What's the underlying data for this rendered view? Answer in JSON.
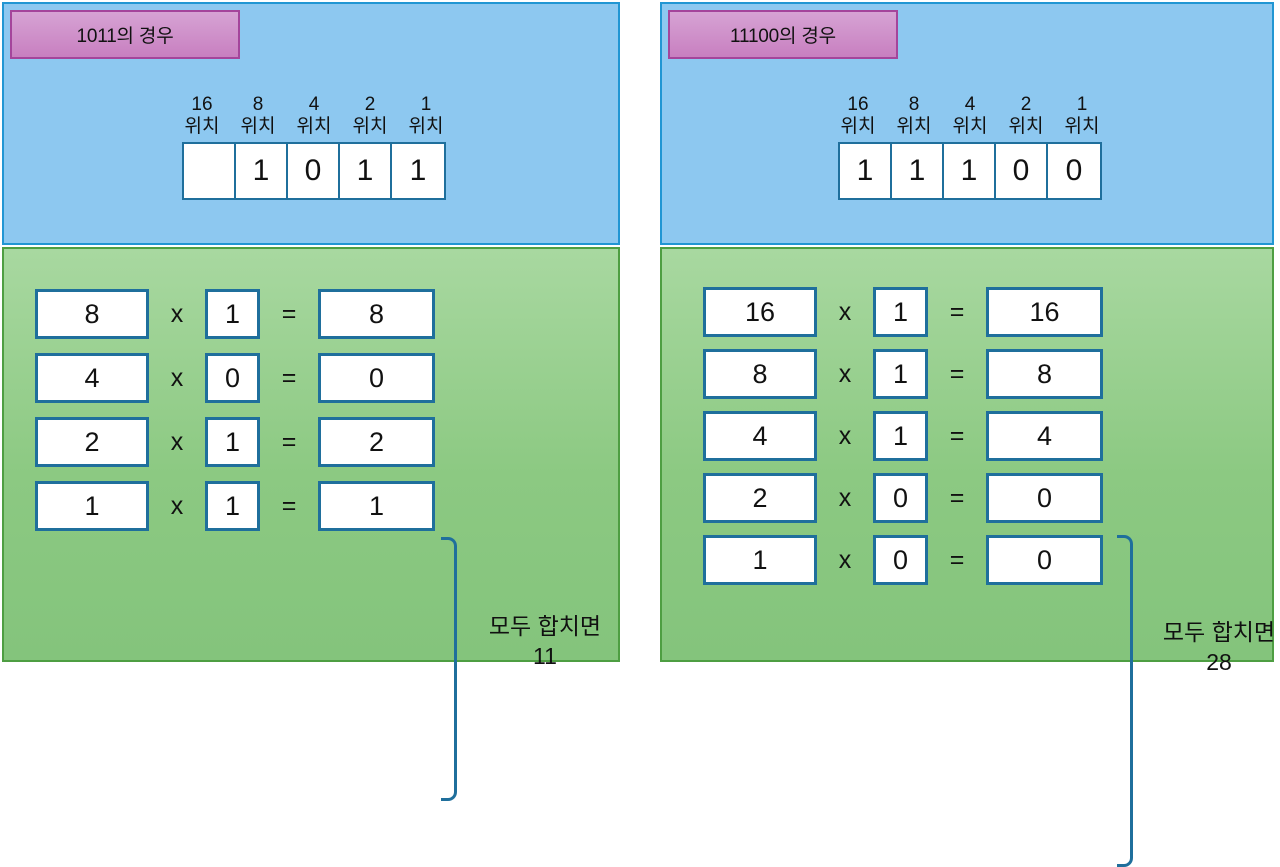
{
  "panels": [
    {
      "title": "1011의 경우",
      "place_labels": [
        {
          "value": "16",
          "word": "위치"
        },
        {
          "value": "8",
          "word": "위치"
        },
        {
          "value": "4",
          "word": "위치"
        },
        {
          "value": "2",
          "word": "위치"
        },
        {
          "value": "1",
          "word": "위치"
        }
      ],
      "bits": [
        "",
        "1",
        "0",
        "1",
        "1"
      ],
      "multiply_symbol": "x",
      "equals_symbol": "=",
      "equations": [
        {
          "place": "8",
          "bit": "1",
          "result": "8"
        },
        {
          "place": "4",
          "bit": "0",
          "result": "0"
        },
        {
          "place": "2",
          "bit": "1",
          "result": "2"
        },
        {
          "place": "1",
          "bit": "1",
          "result": "1"
        }
      ],
      "sum_label": "모두 합치면",
      "sum_total": "11"
    },
    {
      "title": "11100의 경우",
      "place_labels": [
        {
          "value": "16",
          "word": "위치"
        },
        {
          "value": "8",
          "word": "위치"
        },
        {
          "value": "4",
          "word": "위치"
        },
        {
          "value": "2",
          "word": "위치"
        },
        {
          "value": "1",
          "word": "위치"
        }
      ],
      "bits": [
        "1",
        "1",
        "1",
        "0",
        "0"
      ],
      "multiply_symbol": "x",
      "equals_symbol": "=",
      "equations": [
        {
          "place": "16",
          "bit": "1",
          "result": "16"
        },
        {
          "place": "8",
          "bit": "1",
          "result": "8"
        },
        {
          "place": "4",
          "bit": "1",
          "result": "4"
        },
        {
          "place": "2",
          "bit": "0",
          "result": "0"
        },
        {
          "place": "1",
          "bit": "0",
          "result": "0"
        }
      ],
      "sum_label": "모두 합치면",
      "sum_total": "28"
    }
  ],
  "colors": {
    "title_tag_fill": "#c87fc0",
    "title_tag_border": "#a4459b",
    "blue_zone_fill": "#8dc8f0",
    "blue_zone_border": "#2196d3",
    "green_zone_fill": "#8cc982",
    "green_zone_border": "#4e9e42",
    "box_border": "#1f6f9c",
    "box_fill": "#ffffff",
    "text": "#111111"
  }
}
